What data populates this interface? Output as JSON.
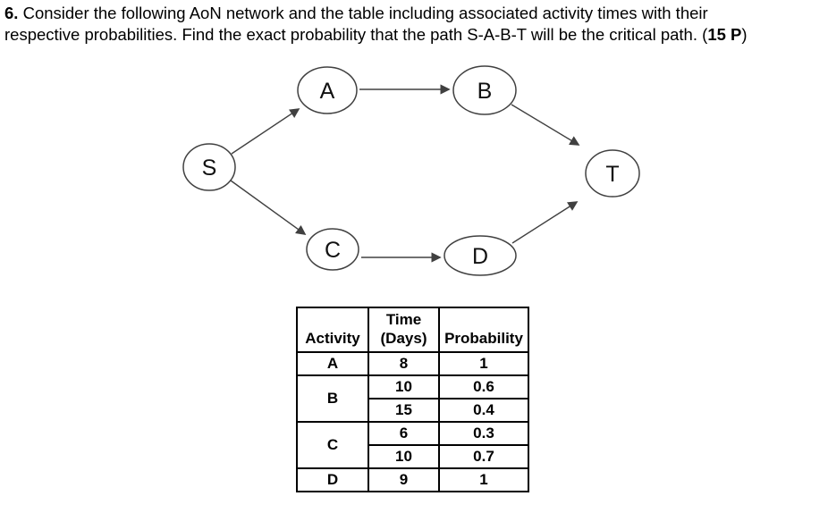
{
  "question": {
    "number": "6.",
    "line1": " Consider the following AoN network and the table including associated activity times with their",
    "line2": "respective probabilities. Find the exact probability that the path S-A-B-T will be the critical path. ",
    "points_open": "(",
    "points": "15 P",
    "points_close": ")"
  },
  "diagram": {
    "type": "aon-network",
    "nodes": [
      {
        "id": "S",
        "label": "S"
      },
      {
        "id": "A",
        "label": "A"
      },
      {
        "id": "B",
        "label": "B"
      },
      {
        "id": "C",
        "label": "C"
      },
      {
        "id": "D",
        "label": "D"
      },
      {
        "id": "T",
        "label": "T"
      }
    ],
    "edges": [
      {
        "from": "S",
        "to": "A"
      },
      {
        "from": "S",
        "to": "C"
      },
      {
        "from": "A",
        "to": "B"
      },
      {
        "from": "C",
        "to": "D"
      },
      {
        "from": "B",
        "to": "T"
      },
      {
        "from": "D",
        "to": "T"
      }
    ],
    "line_color": "#404040"
  },
  "table": {
    "headers": {
      "activity": "Activity",
      "time_line1": "Time",
      "time_line2": "(Days)",
      "probability": "Probability"
    },
    "groups": [
      {
        "activity": "A",
        "entries": [
          {
            "time": "8",
            "probability": "1"
          }
        ]
      },
      {
        "activity": "B",
        "entries": [
          {
            "time": "10",
            "probability": "0.6"
          },
          {
            "time": "15",
            "probability": "0.4"
          }
        ]
      },
      {
        "activity": "C",
        "entries": [
          {
            "time": "6",
            "probability": "0.3"
          },
          {
            "time": "10",
            "probability": "0.7"
          }
        ]
      },
      {
        "activity": "D",
        "entries": [
          {
            "time": "9",
            "probability": "1"
          }
        ]
      }
    ]
  },
  "colors": {
    "background": "#ffffff",
    "text": "#000000",
    "diagram_stroke": "#404040",
    "table_border": "#000000"
  }
}
